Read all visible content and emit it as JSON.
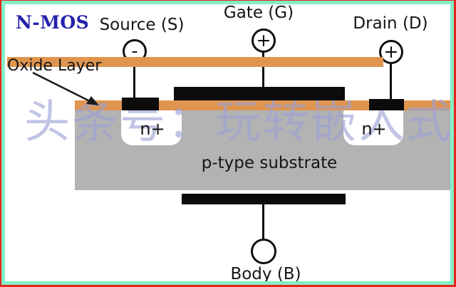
{
  "diagram": {
    "title": "N-MOS",
    "labels": {
      "source": "Source (S)",
      "gate": "Gate (G)",
      "drain": "Drain (D)",
      "body": "Body (B)",
      "oxide_layer": "Oxide Layer",
      "substrate": "p-type substrate",
      "source_region": "n+",
      "drain_region": "n+"
    },
    "terminal_symbols": {
      "source": "-",
      "gate": "+",
      "drain": "+",
      "body": ""
    },
    "colors": {
      "frame_outer": "#e8251d",
      "frame_inner": "#83efc7",
      "title_blue": "#2321ac",
      "oxide_orange": "#df954f",
      "substrate_gray": "#b3b3b3",
      "electrode_black": "#0c0c0c",
      "watermark": "#9ba1d6"
    }
  },
  "watermark": {
    "text": "头条号：玩转嵌入式"
  }
}
